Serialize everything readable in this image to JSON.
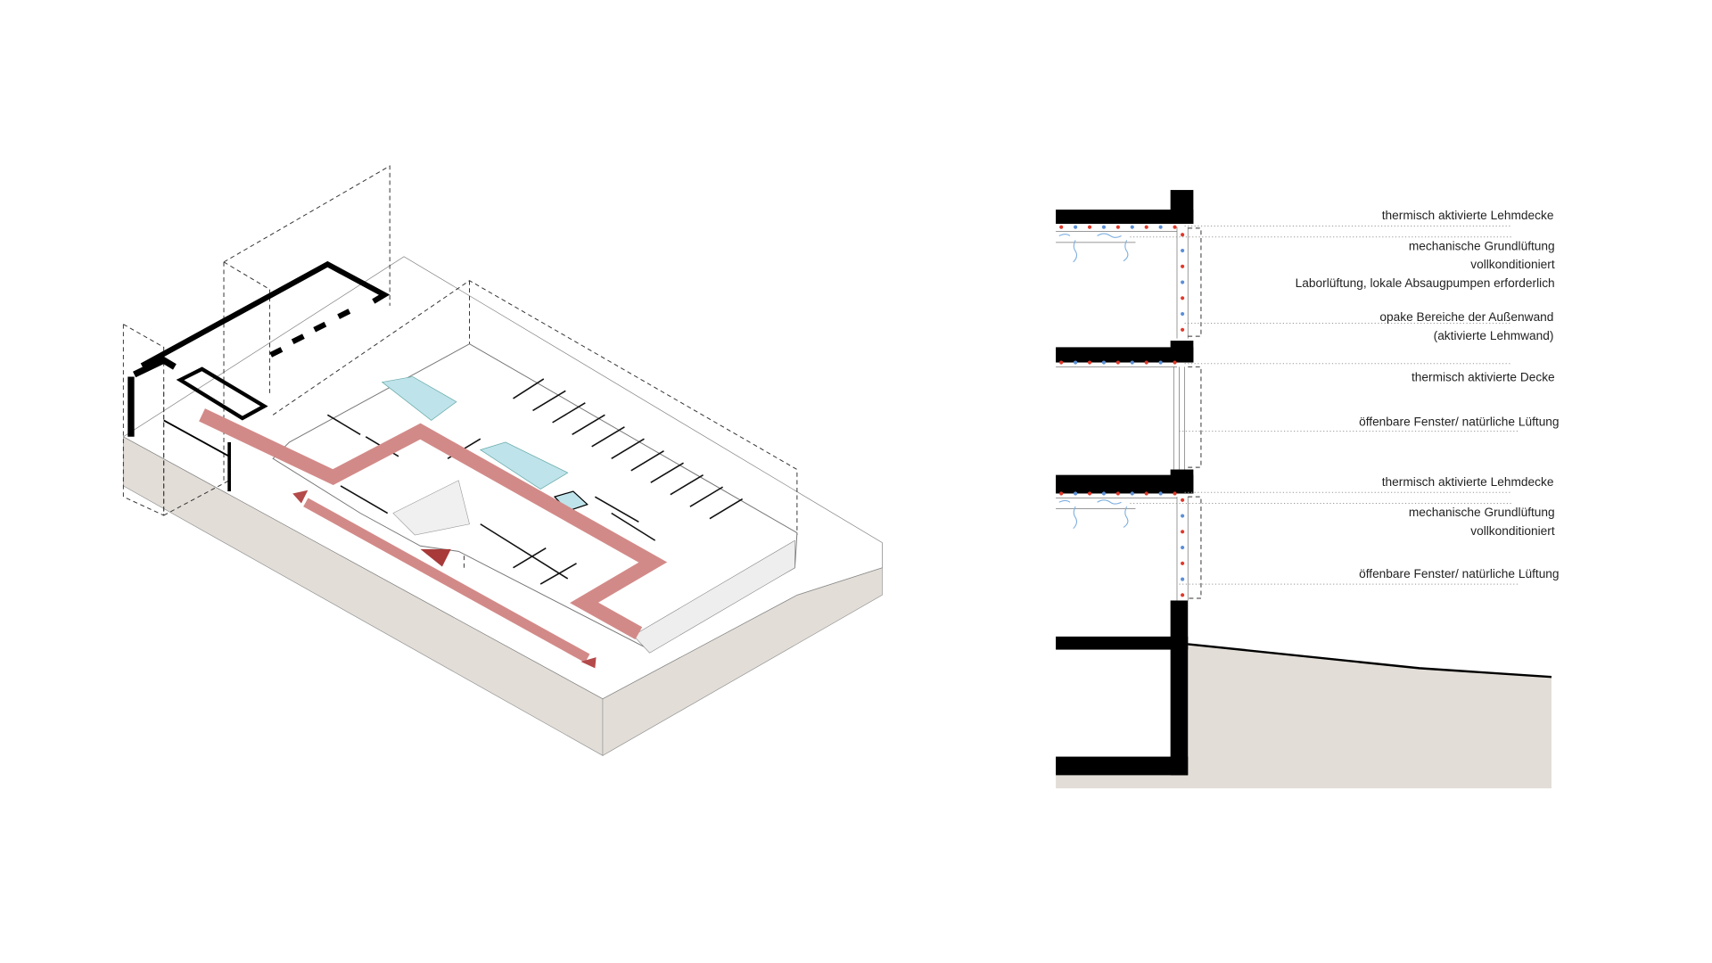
{
  "colors": {
    "ground": "#e2ddd7",
    "circulation": "#d28a88",
    "circulation_dark": "#a83a3a",
    "stair": "#bfe3ea",
    "warm_pipe": "#e0392b",
    "cool_pipe": "#5b8fd6"
  },
  "section": {
    "labels": [
      "thermisch aktivierte Lehmdecke",
      "mechanische Grundlüftung",
      "vollkonditioniert",
      "Laborlüftung, lokale Absaugpumpen erforderlich",
      "opake Bereiche der Außenwand",
      "(aktivierte Lehmwand)",
      "thermisch aktivierte Decke",
      "öffenbare Fenster/ natürliche Lüftung",
      "thermisch aktivierte Lehmdecke",
      "mechanische Grundlüftung",
      "vollkonditioniert",
      "öffenbare Fenster/ natürliche Lüftung"
    ]
  }
}
